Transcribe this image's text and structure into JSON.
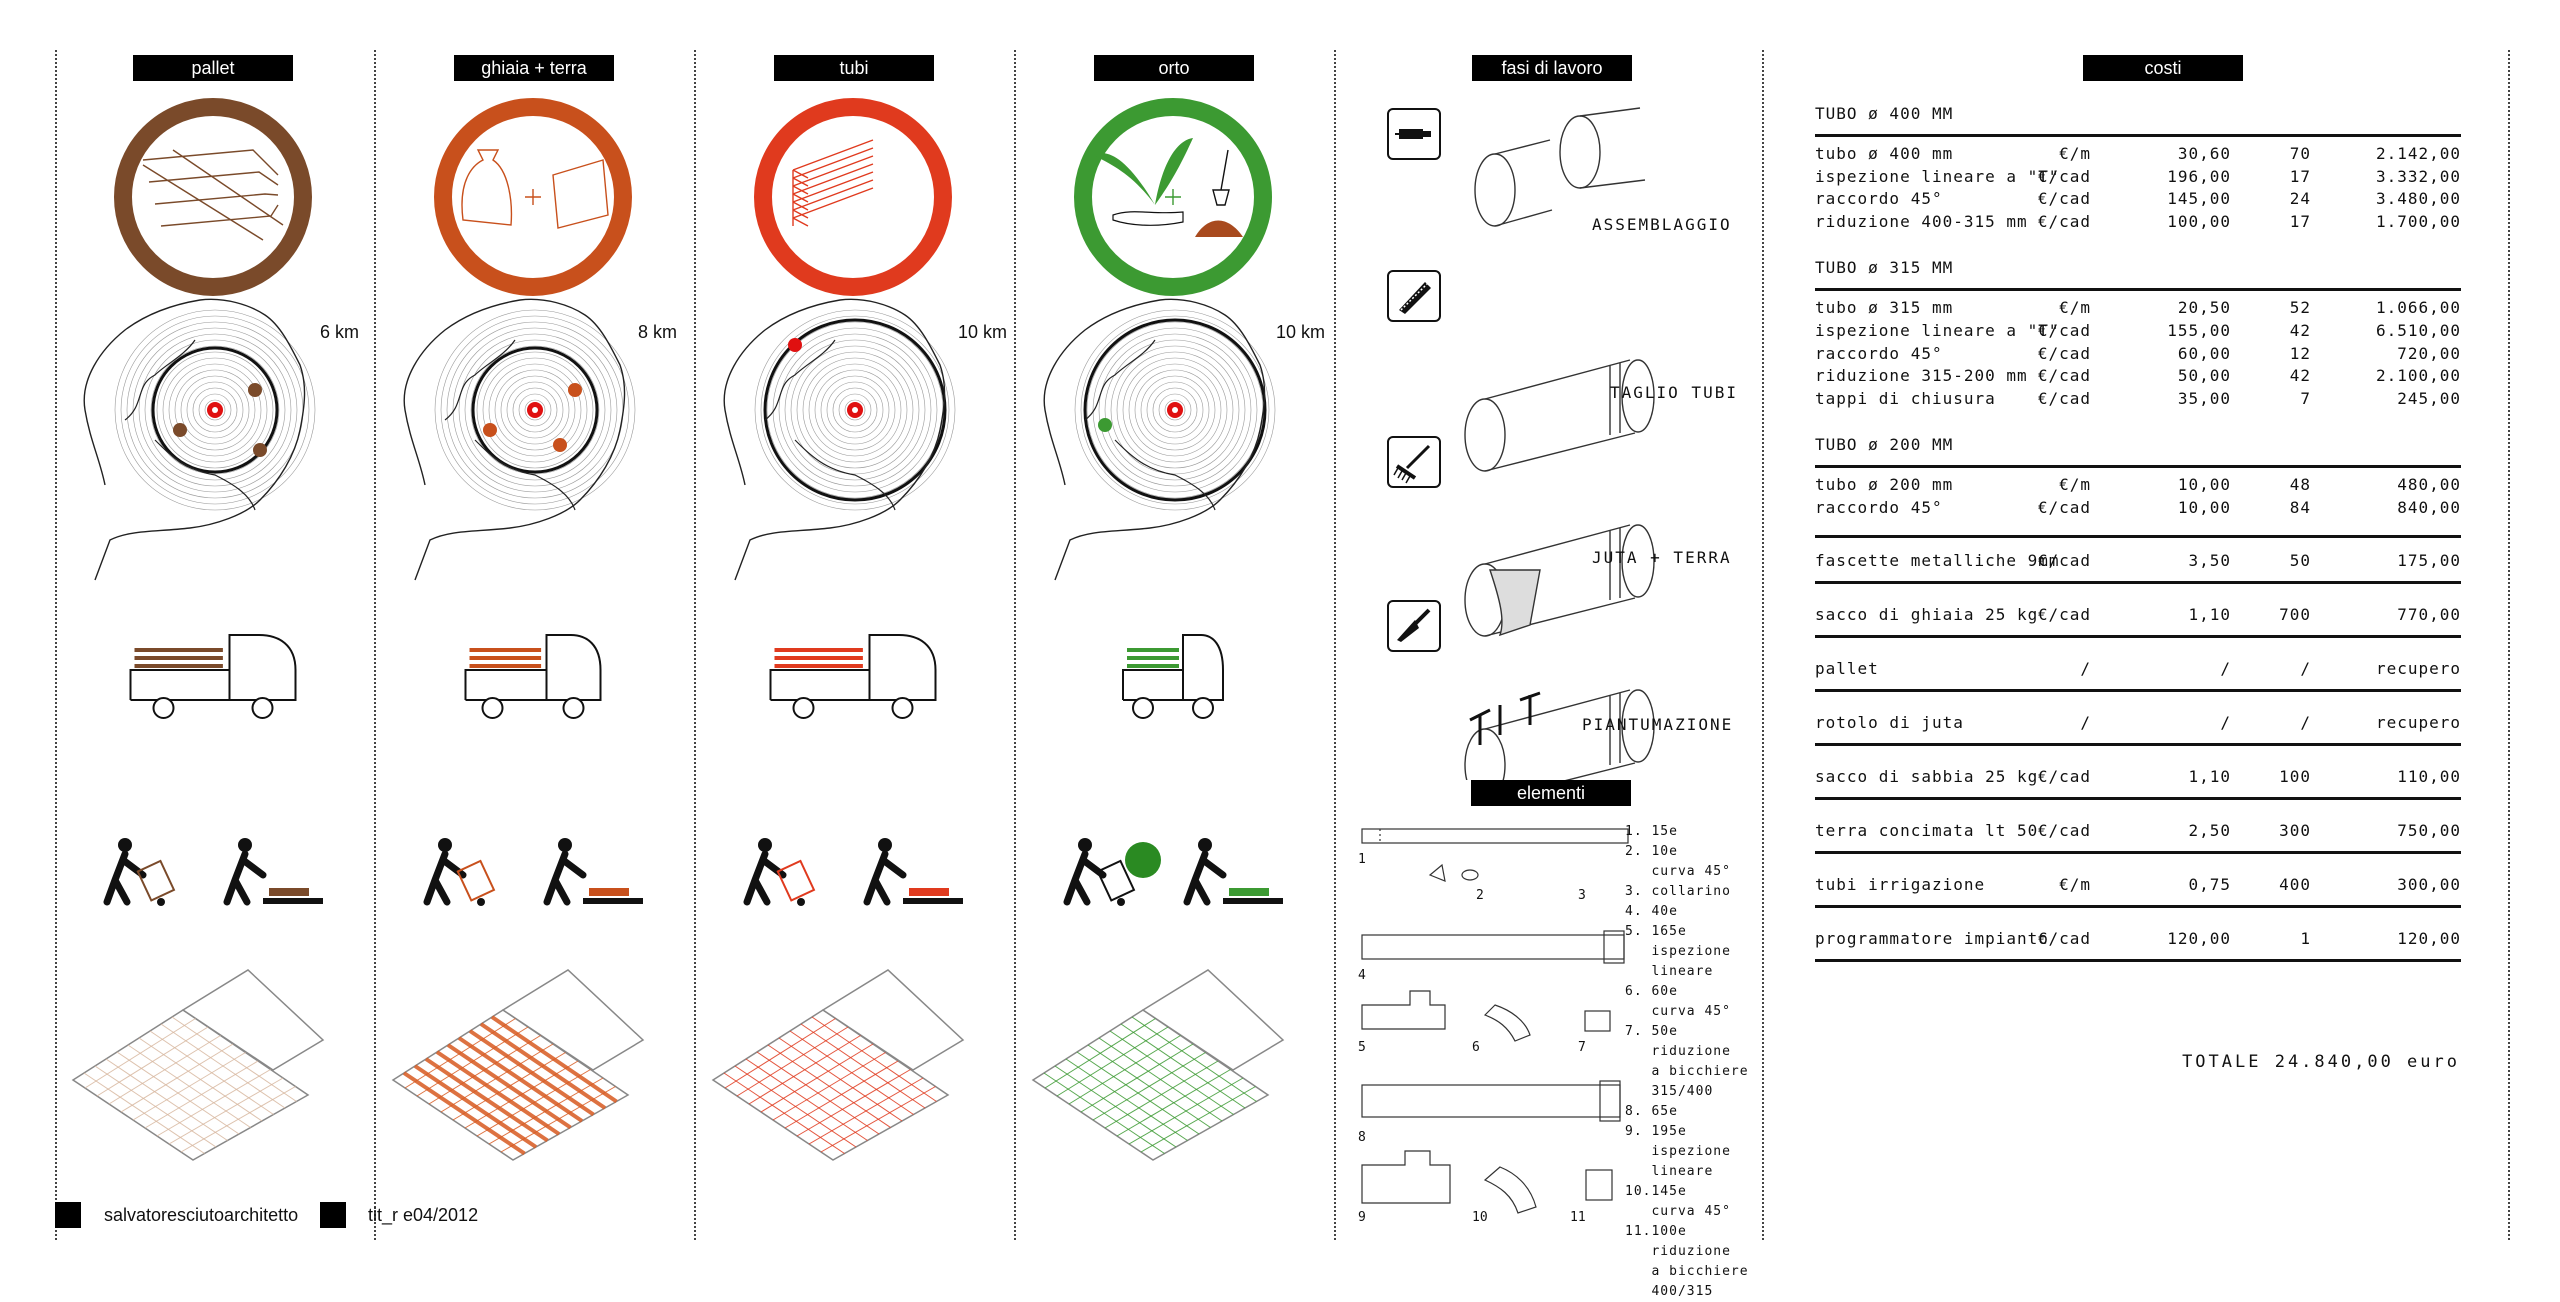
{
  "columns": [
    {
      "title": "pallet",
      "km": "6 km",
      "color": "#7a4a2a"
    },
    {
      "title": "ghiaia + terra",
      "km": "8 km",
      "color": "#c8501c"
    },
    {
      "title": "tubi",
      "km": "10 km",
      "color": "#e03a1e"
    },
    {
      "title": "orto",
      "km": "10 km",
      "color": "#3c9a32"
    }
  ],
  "phases": {
    "title": "fasi di lavoro",
    "steps": [
      {
        "label": "ASSEMBLAGGIO",
        "icon": "glue-tube-icon"
      },
      {
        "label": "TAGLIO TUBI",
        "icon": "saw-icon"
      },
      {
        "label": "JUTA + TERRA",
        "icon": "rake-icon"
      },
      {
        "label": "PIANTUMAZIONE",
        "icon": "trowel-icon"
      }
    ]
  },
  "elements": {
    "title": "elementi",
    "list": "1. 15e\n2. 10e\n   curva 45°\n3. collarino\n4. 40e\n5. 165e\n   ispezione\n   lineare\n6. 60e\n   curva 45°\n7. 50e\n   riduzione\n   a bicchiere\n   315/400\n8. 65e\n9. 195e\n   ispezione\n   lineare\n10.145e\n   curva 45°\n11.100e\n   riduzione\n   a bicchiere\n   400/315",
    "nums": [
      "1",
      "2",
      "3",
      "4",
      "5",
      "6",
      "7",
      "8",
      "9",
      "10",
      "11"
    ]
  },
  "costs": {
    "title": "costi",
    "sections": [
      {
        "heading": "TUBO ø 400 MM",
        "rows": [
          {
            "d": "tubo ø 400 mm",
            "u": "€/m",
            "p": "30,60",
            "q": "70",
            "t": "2.142,00"
          },
          {
            "d": "ispezione lineare a \"T\"",
            "u": "€/cad",
            "p": "196,00",
            "q": "17",
            "t": "3.332,00"
          },
          {
            "d": "raccordo 45°",
            "u": "€/cad",
            "p": "145,00",
            "q": "24",
            "t": "3.480,00"
          },
          {
            "d": "riduzione 400-315 mm",
            "u": "€/cad",
            "p": "100,00",
            "q": "17",
            "t": "1.700,00"
          }
        ]
      },
      {
        "heading": "TUBO ø 315 MM",
        "rows": [
          {
            "d": "tubo ø 315 mm",
            "u": "€/m",
            "p": "20,50",
            "q": "52",
            "t": "1.066,00"
          },
          {
            "d": "ispezione lineare a \"T\"",
            "u": "€/cad",
            "p": "155,00",
            "q": "42",
            "t": "6.510,00"
          },
          {
            "d": "raccordo 45°",
            "u": "€/cad",
            "p": "60,00",
            "q": "12",
            "t": "720,00"
          },
          {
            "d": "riduzione 315-200 mm",
            "u": "€/cad",
            "p": "50,00",
            "q": "42",
            "t": "2.100,00"
          },
          {
            "d": "tappi di chiusura",
            "u": "€/cad",
            "p": "35,00",
            "q": "7",
            "t": "245,00"
          }
        ]
      },
      {
        "heading": "TUBO ø 200 MM",
        "rows": [
          {
            "d": "tubo ø 200 mm",
            "u": "€/m",
            "p": "10,00",
            "q": "48",
            "t": "480,00"
          },
          {
            "d": "raccordo 45°",
            "u": "€/cad",
            "p": "10,00",
            "q": "84",
            "t": "840,00"
          }
        ]
      }
    ],
    "singles": [
      {
        "d": "fascette metalliche 9mm",
        "u": "€/cad",
        "p": "3,50",
        "q": "50",
        "t": "175,00"
      },
      {
        "d": "sacco di ghiaia 25 kg",
        "u": "€/cad",
        "p": "1,10",
        "q": "700",
        "t": "770,00"
      },
      {
        "d": "pallet",
        "u": "/",
        "p": "/",
        "q": "/",
        "t": "recupero"
      },
      {
        "d": "rotolo di juta",
        "u": "/",
        "p": "/",
        "q": "/",
        "t": "recupero"
      },
      {
        "d": "sacco di sabbia 25 kg",
        "u": "€/cad",
        "p": "1,10",
        "q": "100",
        "t": "110,00"
      },
      {
        "d": "terra concimata lt 50",
        "u": "€/cad",
        "p": "2,50",
        "q": "300",
        "t": "750,00"
      },
      {
        "d": "tubi irrigazione",
        "u": "€/m",
        "p": "0,75",
        "q": "400",
        "t": "300,00"
      },
      {
        "d": "programmatore impianto",
        "u": "€/cad",
        "p": "120,00",
        "q": "1",
        "t": "120,00"
      }
    ],
    "total": "TOTALE 24.840,00 euro"
  },
  "footer": {
    "left": "salvatoresciutoarchitetto",
    "right": "tit_r  e04/2012"
  }
}
